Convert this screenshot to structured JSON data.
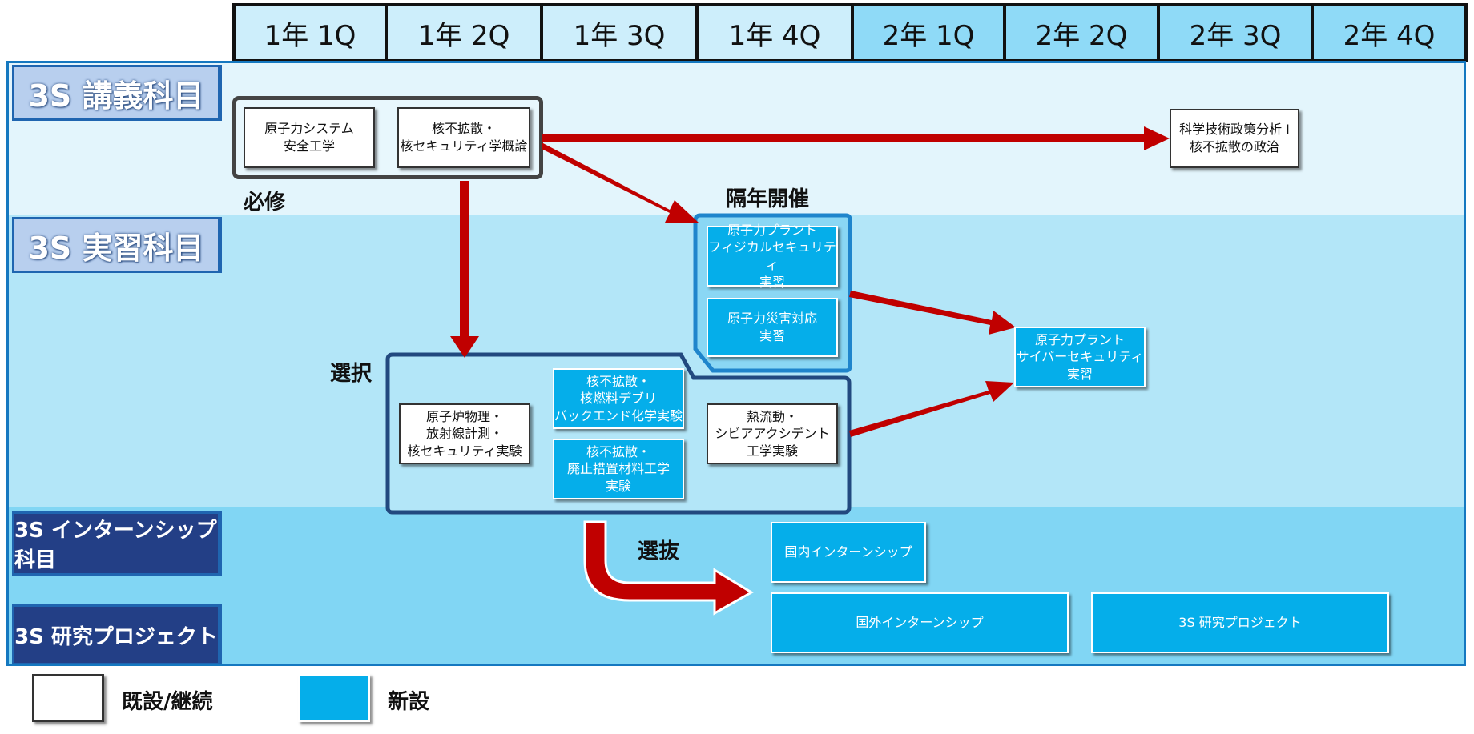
{
  "quarters": [
    "1年 1Q",
    "1年 2Q",
    "1年 3Q",
    "1年 4Q",
    "2年 1Q",
    "2年 2Q",
    "2年 3Q",
    "2年 4Q"
  ],
  "categories": {
    "lecture": "3S 講義科目",
    "practice": "3S 実習科目",
    "internship": "3S インターンシップ科目",
    "research": "3S 研究プロジェクト"
  },
  "labels": {
    "required": "必修",
    "biennial": "隔年開催",
    "elective": "選択",
    "selection": "選抜"
  },
  "courses": {
    "nuclear_system_safety": "原子力システム\n安全工学",
    "nonproliferation_security_intro": "核不拡散・\n核セキュリティ学概論",
    "science_policy": "科学技術政策分析 I\n核不拡散の政治",
    "plant_physical_security": "原子力プラント\nフィジカルセキュリティ\n実習",
    "nuclear_disaster_response": "原子力災害対応\n実習",
    "plant_cyber_security": "原子力プラント\nサイバーセキュリティ\n実習",
    "reactor_physics": "原子炉物理・\n放射線計測・\n核セキュリティ実験",
    "fuel_debris_backend": "核不拡散・\n核燃料デブリ\nバックエンド化学実験",
    "decommissioning_materials": "核不拡散・\n廃止措置材料工学\n実験",
    "thermal_severe_accident": "熱流動・\nシビアアクシデント\n工学実験",
    "domestic_internship": "国内インターンシップ",
    "overseas_internship": "国外インターンシップ",
    "research_project": "3S 研究プロジェクト"
  },
  "legend": {
    "existing": "既設/継続",
    "new": "新設"
  },
  "colors": {
    "arrow": "#c00000",
    "new_box": "#05aeea",
    "frame": "#1578c0",
    "band_lecture": "#e3f5fc",
    "band_practice": "#b3e6f8",
    "band_internship": "#81d6f4"
  }
}
